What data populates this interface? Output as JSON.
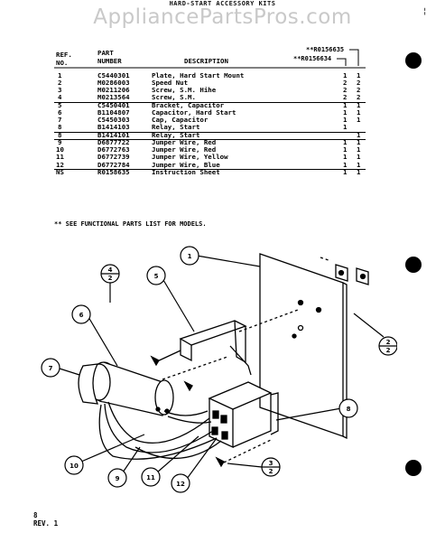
{
  "header": {
    "title": "HARD-START ACCESSORY KITS",
    "watermark": "AppliancePartsPros.com",
    "corner_mark": "¦"
  },
  "table": {
    "col_ref": "REF.\nNO.",
    "col_part": "PART\nNUMBER",
    "col_desc": "DESCRIPTION",
    "models": [
      "**R0156635",
      "**R0156634"
    ],
    "rows": [
      {
        "ref": "1",
        "part": "C5440301",
        "desc": "Plate, Hard Start Mount",
        "q1": "1",
        "q2": "1"
      },
      {
        "ref": "2",
        "part": "M0286003",
        "desc": "Speed Nut",
        "q1": "2",
        "q2": "2"
      },
      {
        "ref": "3",
        "part": "M0211206",
        "desc": "Screw, S.M. Hihe",
        "q1": "2",
        "q2": "2"
      },
      {
        "ref": "4",
        "part": "M0213564",
        "desc": "Screw, S.M.",
        "q1": "2",
        "q2": "2"
      },
      {
        "ref": "5",
        "part": "C5450401",
        "desc": "Bracket, Capacitor",
        "q1": "1",
        "q2": "1"
      },
      {
        "ref": "6",
        "part": "B1104807",
        "desc": "Capacitor, Hard Start",
        "q1": "1",
        "q2": "1"
      },
      {
        "ref": "7",
        "part": "C5450303",
        "desc": "Cap, Capacitor",
        "q1": "1",
        "q2": "1"
      },
      {
        "ref": "8",
        "part": "B1414103",
        "desc": "Relay, Start",
        "q1": "1",
        "q2": ""
      },
      {
        "ref": "8",
        "part": "B1414101",
        "desc": "Relay, Start",
        "q1": "",
        "q2": "1"
      },
      {
        "ref": "9",
        "part": "D6877722",
        "desc": "Jumper Wire, Red",
        "q1": "1",
        "q2": "1"
      },
      {
        "ref": "10",
        "part": "D6772763",
        "desc": "Jumper Wire, Red",
        "q1": "1",
        "q2": "1"
      },
      {
        "ref": "11",
        "part": "D6772739",
        "desc": "Jumper Wire, Yellow",
        "q1": "1",
        "q2": "1"
      },
      {
        "ref": "12",
        "part": "D6772784",
        "desc": "Jumper Wire, Blue",
        "q1": "1",
        "q2": "1"
      },
      {
        "ref": "NS",
        "part": "R0158635",
        "desc": "Instruction Sheet",
        "q1": "1",
        "q2": "1"
      }
    ]
  },
  "note": "** SEE FUNCTIONAL PARTS LIST FOR MODELS.",
  "callouts": {
    "c1": "1",
    "c2": "2",
    "c3": "3",
    "c4": "4",
    "c5": "5",
    "c6": "6",
    "c7": "7",
    "c8": "8",
    "c9": "9",
    "c10": "10",
    "c11": "11",
    "c12": "12"
  },
  "footer": {
    "page": "8",
    "revision": "REV. 1"
  }
}
